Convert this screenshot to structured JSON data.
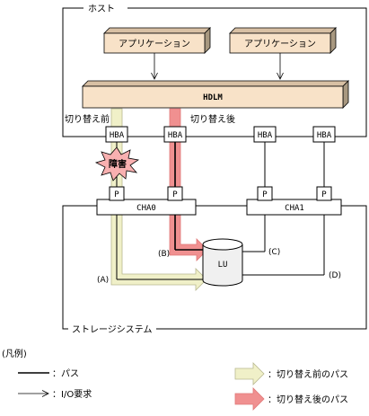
{
  "host": {
    "label": "ホスト"
  },
  "applications": [
    {
      "label": "アプリケーション"
    },
    {
      "label": "アプリケーション"
    }
  ],
  "hdlm": {
    "label": "HDLM"
  },
  "switch_before_label": "切り替え前",
  "switch_after_label": "切り替え後",
  "hbas": [
    {
      "label": "HBA"
    },
    {
      "label": "HBA"
    },
    {
      "label": "HBA"
    },
    {
      "label": "HBA"
    }
  ],
  "fault": {
    "label": "障害"
  },
  "ports": [
    {
      "label": "P"
    },
    {
      "label": "P"
    },
    {
      "label": "P"
    },
    {
      "label": "P"
    }
  ],
  "channel_adapters": [
    {
      "label": "CHA0"
    },
    {
      "label": "CHA1"
    }
  ],
  "lu": {
    "label": "LU"
  },
  "path_markers": {
    "a": "(A)",
    "b": "(B)",
    "c": "(C)",
    "d": "(D)"
  },
  "storage": {
    "label": "ストレージシステム"
  },
  "legend": {
    "title": "(凡例)",
    "path": "：パス",
    "io_request": "：I/O要求",
    "before_path": "：切り替え前のパス",
    "after_path": "：切り替え後のパス"
  },
  "colors": {
    "before_path": "#f0f0c8",
    "before_path_stroke": "#b8b890",
    "after_path": "#f09090",
    "after_path_stroke": "#e07878",
    "box_front": "#f8e2c8",
    "box_side": "#a89880",
    "box_top": "#d8c0a4",
    "fault_burst": "#f8b0b0",
    "lu_body": "#f0f0f0"
  }
}
